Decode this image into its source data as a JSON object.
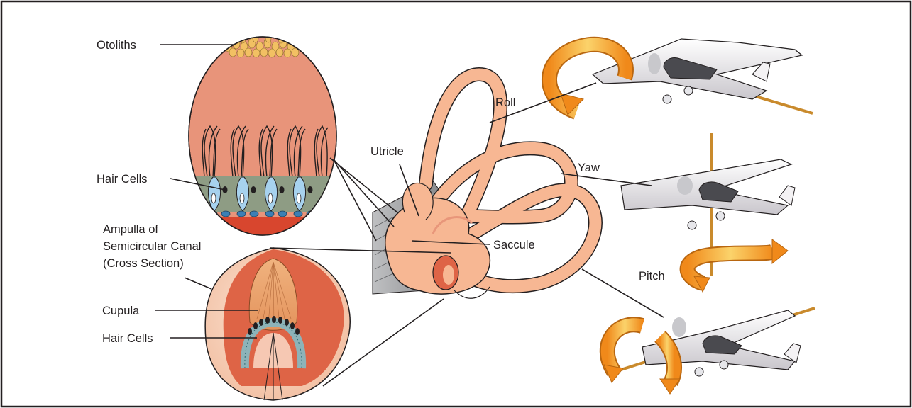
{
  "labels": {
    "otoliths": "Otoliths",
    "hair_cells_top": "Hair Cells",
    "ampulla_line1": "Ampulla of",
    "ampulla_line2": "Semicircular Canal",
    "ampulla_line3": "(Cross Section)",
    "cupula": "Cupula",
    "hair_cells_bottom": "Hair Cells",
    "utricle": "Utricle",
    "saccule": "Saccule",
    "roll": "Roll",
    "yaw": "Yaw",
    "pitch": "Pitch"
  },
  "colors": {
    "frame": "#231f20",
    "otolith_chamber": "#e8947a",
    "otolith_grains": "#f2c063",
    "hair_cell_green": "#8e9c84",
    "hair_cell_blue": "#a7d2ee",
    "ampulla_outer": "#f8d3bf",
    "ampulla_inner": "#de6446",
    "cupula": "#e9a16d",
    "inner_ear": "#f7b793",
    "inner_ear_shadow": "#e8967a",
    "nerve_gray": "#8d8e90",
    "arrow_orange": "#f39a1f",
    "arrow_yellow": "#fcd97a",
    "axis_rod": "#c98a2c",
    "aircraft_white": "#f4f2f4",
    "aircraft_stripe": "#6d2a6d"
  }
}
